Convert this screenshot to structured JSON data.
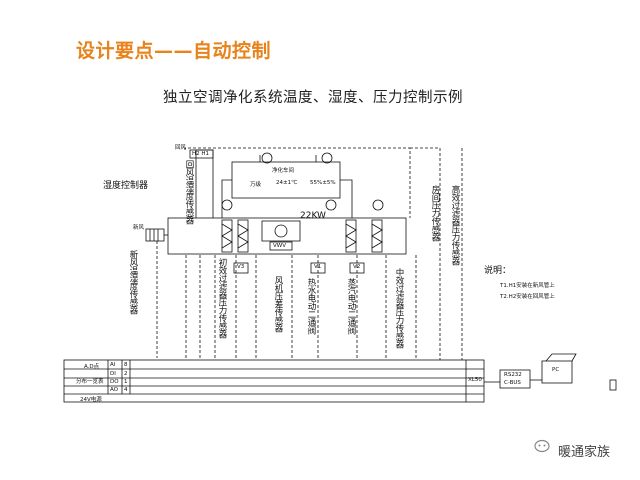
{
  "header": {
    "title": "设计要点——自动控制"
  },
  "diagram": {
    "subtitle": "独立空调净化系统温度、湿度、压力控制示例",
    "humidity_controller": "湿度控制器",
    "return_air_label": "回风",
    "fresh_air_label": "新风",
    "cleanroom": {
      "name": "净化车间",
      "grade": "万级",
      "temp": "24±1℃",
      "rh": "55%±5%"
    },
    "h1h2": "H2 H1",
    "fan_power": "22KW",
    "vwv": "VWV",
    "sensors": {
      "return_humidity": "回风温湿度传感器",
      "fresh_humidity": "新风温湿度传感器",
      "primary_filter": "初效过滤器压力传感器",
      "fan_pressure": "风机压差传感器",
      "hot_water_valve": "热水电动二通阀",
      "steam_valve": "蒸汽电动二通阀",
      "mid_filter": "中效过滤器压力传感器",
      "room_pressure": "房间压力传感器",
      "hepa_filter": "高效过滤器压力传感器"
    },
    "valves": {
      "v1": "V1",
      "v2": "V2",
      "v3": "V3"
    },
    "notes": {
      "title": "说明：",
      "line1": "T1.H1安装在新风管上",
      "line2": "T2.H2安装在回风管上"
    },
    "io_table": {
      "header": "A.D点",
      "sub": "分布一览表",
      "rows": [
        {
          "type": "AI",
          "count": "8"
        },
        {
          "type": "DI",
          "count": "2"
        },
        {
          "type": "DO",
          "count": "1"
        },
        {
          "type": "AO",
          "count": "4"
        }
      ],
      "power": "24V电源",
      "controller": "XL50"
    },
    "converter": {
      "line1": "RS232",
      "line2": "C-BUS"
    },
    "pc": "PC"
  },
  "brand": {
    "name": "暖通家族"
  },
  "colors": {
    "title": "#e8821a",
    "line": "#111111"
  }
}
